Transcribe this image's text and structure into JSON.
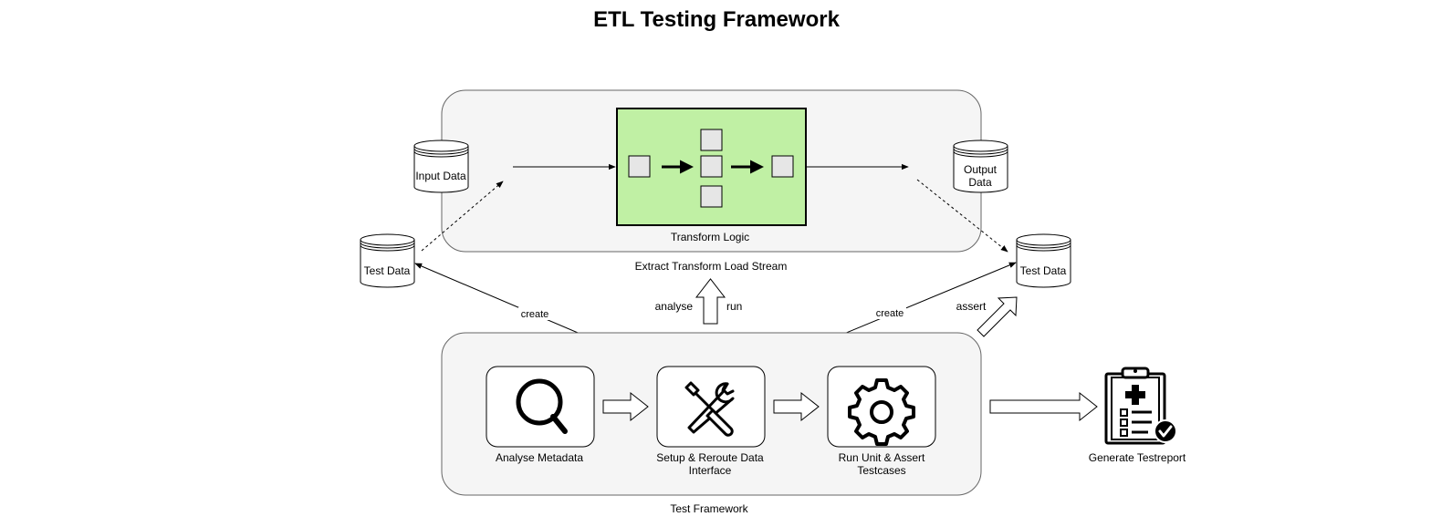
{
  "title": "ETL Testing Framework",
  "etl_stream": {
    "label": "Extract Transform Load Stream",
    "transform_label": "Transform Logic"
  },
  "stores": {
    "input_data": "Input Data",
    "output_data_line1": "Output",
    "output_data_line2": "Data",
    "test_data_left": "Test Data",
    "test_data_right": "Test Data"
  },
  "arrows": {
    "create_left": "create",
    "create_right": "create",
    "analyse": "analyse",
    "run": "run",
    "assert": "assert"
  },
  "framework": {
    "label": "Test Framework",
    "steps": [
      {
        "label_line1": "Analyse Metadata",
        "label_line2": "",
        "icon": "magnifier-icon"
      },
      {
        "label_line1": "Setup & Reroute Data",
        "label_line2": "Interface",
        "icon": "tools-icon"
      },
      {
        "label_line1": "Run Unit & Assert",
        "label_line2": "Testcases",
        "icon": "gear-icon"
      }
    ]
  },
  "report": {
    "label": "Generate Testreport",
    "icon": "clipboard-report-icon"
  },
  "colors": {
    "container_fill": "#f5f5f5",
    "container_stroke": "#666666",
    "transform_fill": "#c0f0a4",
    "node_fill": "#e6e6e6"
  }
}
